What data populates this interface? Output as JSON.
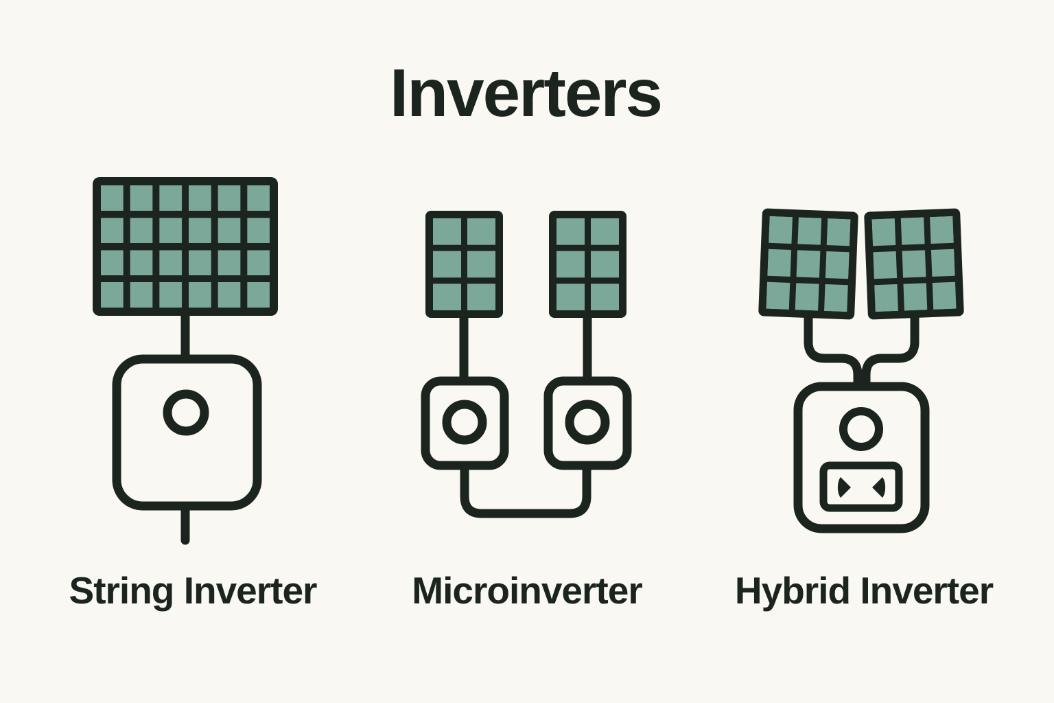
{
  "title": "Inverters",
  "colors": {
    "background": "#faf8f2",
    "ink": "#1c2420",
    "panel_cell_teal": "#7ca89a"
  },
  "sections": [
    {
      "id": "string",
      "label": "String Inverter",
      "panel_grids": [
        "6x4"
      ],
      "panel_count": 1,
      "inverter_boxes": 1,
      "features": [
        "indicator-light",
        "input-wire",
        "output-wire"
      ]
    },
    {
      "id": "micro",
      "label": "Microinverter",
      "panel_grids": [
        "2x3",
        "2x3"
      ],
      "panel_count": 2,
      "inverter_boxes": 2,
      "features": [
        "indicator-light",
        "indicator-light",
        "shared-output-wire"
      ]
    },
    {
      "id": "hybrid",
      "label": "Hybrid Inverter",
      "panel_grids": [
        "3x3",
        "3x3"
      ],
      "panel_count": 2,
      "inverter_boxes": 1,
      "features": [
        "indicator-light",
        "ac-outlet",
        "merged-input-wires"
      ]
    }
  ]
}
